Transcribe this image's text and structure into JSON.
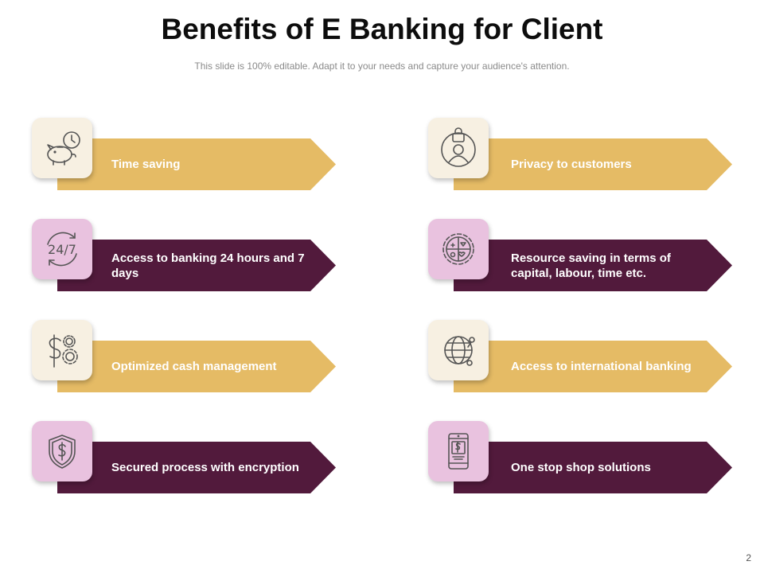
{
  "slide": {
    "title": "Benefits of E Banking for Client",
    "subtitle": "This slide is 100% editable. Adapt it to your needs and capture your audience's attention.",
    "page_number": "2"
  },
  "colors": {
    "gold": "#E5BB65",
    "plum": "#521A3C",
    "cream": "#F7F0E2",
    "pink": "#E9C2DF",
    "icon_stroke": "#555555"
  },
  "benefits": [
    {
      "label": "Time saving",
      "icon": "piggy-bank-clock-icon",
      "style": "gold"
    },
    {
      "label": "Privacy to customers",
      "icon": "user-lock-icon",
      "style": "gold"
    },
    {
      "label": "Access to banking 24 hours and 7 days",
      "icon": "24-7-icon",
      "style": "plum"
    },
    {
      "label": "Resource saving in terms of capital, labour, time etc.",
      "icon": "resource-gear-icon",
      "style": "plum"
    },
    {
      "label": "Optimized cash management",
      "icon": "dollar-gears-icon",
      "style": "gold"
    },
    {
      "label": "Access to international banking",
      "icon": "globe-network-icon",
      "style": "gold"
    },
    {
      "label": "Secured process with encryption",
      "icon": "shield-dollar-icon",
      "style": "plum"
    },
    {
      "label": "One stop shop solutions",
      "icon": "mobile-banking-icon",
      "style": "plum"
    }
  ]
}
